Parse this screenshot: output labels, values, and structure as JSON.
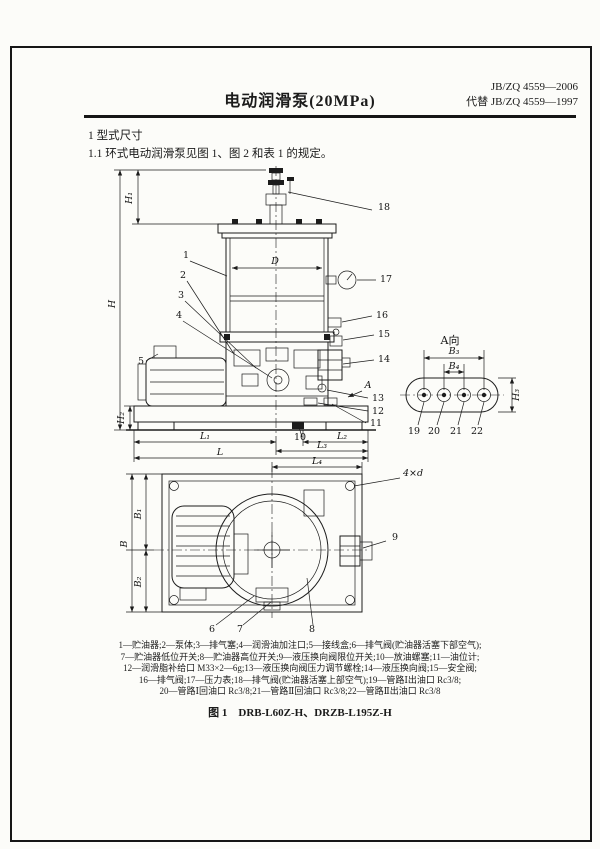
{
  "page": {
    "doc_number": "JB/ZQ 4559—2006",
    "doc_replaces": "代替 JB/ZQ 4559—1997",
    "title": "电动润滑泵(20MPa)",
    "section_1": "1  型式尺寸",
    "section_1_1": "1.1  环式电动润滑泵见图 1、图 2 和表 1 的规定。"
  },
  "figure": {
    "caption": "图 1　DRB-L60Z-H、DRZB-L195Z-H",
    "legend_lines": [
      "1—贮油器;2—泵体;3—排气塞;4—润滑油加注口;5—接线盒;6—排气阀(贮油器活塞下部空气);",
      "7—贮油器低位开关;8—贮油器高位开关;9—液压换向阀限位开关;10—放油螺塞;11—油位计;",
      "12—润滑脂补给口 M33×2—6g;13—液压换向阀压力调节螺栓;14—液压换向阀;15—安全阀;",
      "16—排气阀;17—压力表;18—排气阀(贮油器活塞上部空气);19—管路Ⅰ出油口 Rc3/8;",
      "20—管路Ⅰ回油口 Rc3/8;21—管路Ⅱ回油口 Rc3/8;22—管路Ⅱ出油口 Rc3/8"
    ]
  },
  "drawing": {
    "dims": {
      "H": "H",
      "H1": "H₁",
      "H2": "H₂",
      "H3": "H₃",
      "D": "D",
      "L": "L",
      "L1": "L₁",
      "L2": "L₂",
      "L3": "L₃",
      "L4": "L₄",
      "B": "B",
      "B1": "B₁",
      "B2": "B₂",
      "B3": "B₃",
      "B4": "B₄",
      "view_a": "A向",
      "arrow_a": "A",
      "holes": "4×d"
    },
    "callouts": {
      "c1": "1",
      "c2": "2",
      "c3": "3",
      "c4": "4",
      "c5": "5",
      "c6": "6",
      "c7": "7",
      "c8": "8",
      "c9": "9",
      "c10": "10",
      "c11": "11",
      "c12": "12",
      "c13": "13",
      "c14": "14",
      "c15": "15",
      "c16": "16",
      "c17": "17",
      "c18": "18",
      "c19": "19",
      "c20": "20",
      "c21": "21",
      "c22": "22"
    }
  }
}
